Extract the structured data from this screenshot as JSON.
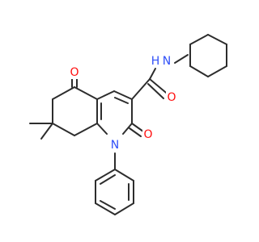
{
  "molecule": {
    "atoms": {
      "carbonyl_o1": {
        "symbol": "O",
        "color": "#ff0d0d"
      },
      "amide_nitrogen": {
        "symbol": "N",
        "color": "#3050f8"
      },
      "amide_h": {
        "symbol": "H",
        "color": "#3050f8"
      },
      "amide_o": {
        "symbol": "O",
        "color": "#ff0d0d"
      },
      "lactam_o": {
        "symbol": "O",
        "color": "#ff0d0d"
      },
      "ring_nitrogen": {
        "symbol": "N",
        "color": "#3050f8"
      }
    },
    "bond_color": "#2d2d2d",
    "background": "#ffffff"
  }
}
